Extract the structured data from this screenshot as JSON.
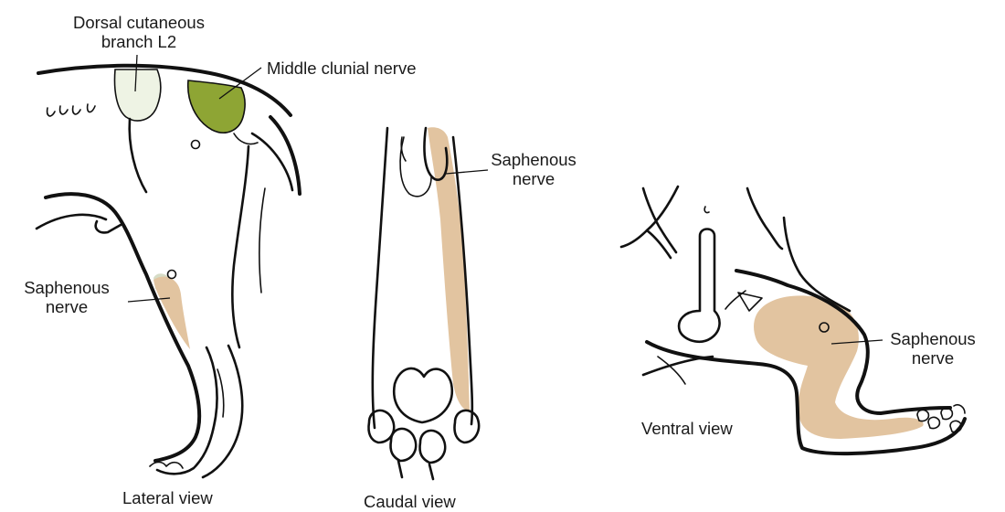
{
  "labels": {
    "dorsal_cutaneous_line1": "Dorsal cutaneous",
    "dorsal_cutaneous_line2": "branch L2",
    "middle_clunial": "Middle clunial nerve",
    "lateral_saphenous_line1": "Saphenous",
    "lateral_saphenous_line2": "nerve",
    "caudal_saphenous_line1": "Saphenous",
    "caudal_saphenous_line2": "nerve",
    "ventral_saphenous_line1": "Saphenous",
    "ventral_saphenous_line2": "nerve",
    "lateral_view": "Lateral view",
    "caudal_view": "Caudal view",
    "ventral_view": "Ventral view"
  },
  "colors": {
    "ink": "#111111",
    "dorsal_cutaneous_region": "#eef3e4",
    "middle_clunial_region": "#8ea534",
    "saphenous_region": "#e2c4a0",
    "saphenous_region_light": "#d6dcc6",
    "background": "#ffffff"
  },
  "views": [
    "lateral",
    "caudal",
    "ventral"
  ]
}
